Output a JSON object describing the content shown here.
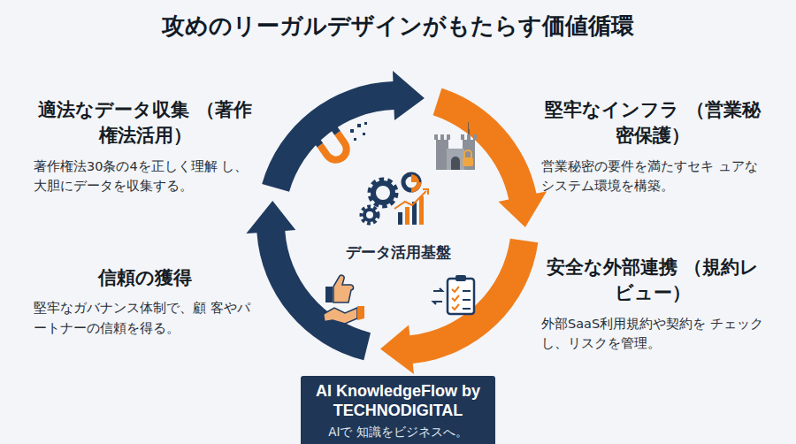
{
  "diagram": {
    "title": "攻めのリーガルデザインがもたらす価値循環",
    "nodes": [
      {
        "text": [
          "適法なデータ収集 （著作権法活用）",
          "著作権法30条の4を正しく理解 し、大胆にデータを収集する。"
        ]
      },
      {
        "text": [
          "堅牢なインフラ （営業秘密保護）",
          "営業秘密の要件を満たすセキ ュアなシステム環境を構築。"
        ]
      },
      {
        "text": [
          "安全な外部連携 （規約レビュー）",
          "外部SaaS利用規約や契約を チェックし、リスクを管理。"
        ]
      },
      {
        "text": [
          "信頼の獲得",
          "堅牢なガバナンス体制で、顧 客やパートナーの信頼を得る。"
        ]
      },
      {
        "text": [
          "データ活用基盤"
        ]
      },
      {
        "text": [
          "AI KnowledgeFlow by TECHNODIGITAL",
          "AIで 知識をビジネスへ。"
        ]
      }
    ],
    "edges": [
      {
        "from": 0,
        "to": 1,
        "arrow": "to"
      },
      {
        "from": 1,
        "to": 2,
        "arrow": "to"
      },
      {
        "from": 2,
        "to": 3,
        "arrow": "to"
      },
      {
        "from": 3,
        "to": 0,
        "arrow": "to"
      }
    ]
  }
}
